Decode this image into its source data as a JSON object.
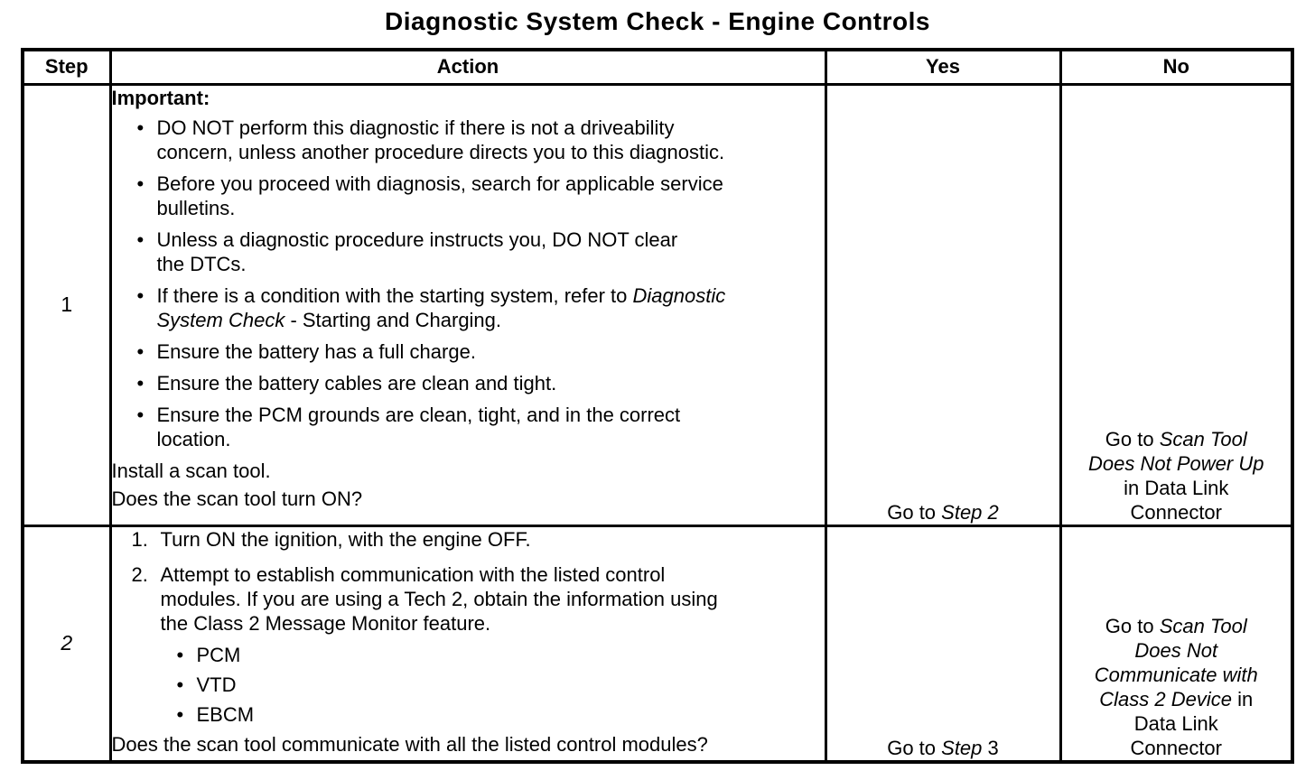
{
  "title": "Diagnostic System Check - Engine Controls",
  "glyphs": {
    "bullet": "•"
  },
  "table": {
    "headers": [
      "Step",
      "Action",
      "Yes",
      "No"
    ],
    "rows": [
      {
        "step": "1",
        "step_style": "normal",
        "action": {
          "heading": "Important:",
          "bullets": [
            [
              {
                "t": "DO NOT perform this diagnostic if there is not a driveability"
              },
              {
                "br": true
              },
              {
                "t": "concern, unless another procedure directs you to this diagnostic."
              }
            ],
            [
              {
                "t": "Before you proceed with diagnosis, search for applicable service"
              },
              {
                "br": true
              },
              {
                "t": "bulletins."
              }
            ],
            [
              {
                "t": "Unless a diagnostic procedure instructs you, DO NOT clear"
              },
              {
                "br": true
              },
              {
                "t": "the DTCs."
              }
            ],
            [
              {
                "t": "If there is a condition with the starting system, refer to "
              },
              {
                "t": "Diagnostic",
                "i": true
              },
              {
                "br": true
              },
              {
                "t": "System Check",
                "i": true
              },
              {
                "t": " - Starting and Charging."
              }
            ],
            [
              {
                "t": "Ensure the battery has a full charge."
              }
            ],
            [
              {
                "t": "Ensure the battery cables are clean and tight."
              }
            ],
            [
              {
                "t": "Ensure the PCM grounds are clean, tight, and in the correct"
              },
              {
                "br": true
              },
              {
                "t": "location."
              }
            ]
          ],
          "lines": [
            "Install a scan tool.",
            "Does the scan tool turn ON?"
          ]
        },
        "yes": [
          {
            "t": "Go to "
          },
          {
            "t": "Step 2",
            "i": true
          }
        ],
        "no": [
          {
            "t": "Go to "
          },
          {
            "t": "Scan Tool",
            "i": true
          },
          {
            "br": true
          },
          {
            "t": "Does Not Power Up",
            "i": true
          },
          {
            "br": true
          },
          {
            "t": "in Data Link"
          },
          {
            "br": true
          },
          {
            "t": "Connector"
          }
        ]
      },
      {
        "step": "2",
        "step_style": "italic",
        "action": {
          "items": [
            {
              "n": "1.",
              "segments": [
                {
                  "t": "Turn ON the ignition, with the engine OFF."
                }
              ]
            },
            {
              "n": "2.",
              "segments": [
                {
                  "t": "Attempt to establish communication with the listed control"
                },
                {
                  "br": true
                },
                {
                  "t": "modules. If you are using a Tech 2, obtain the information using"
                },
                {
                  "br": true
                },
                {
                  "t": "the Class 2 Message Monitor feature."
                }
              ]
            }
          ],
          "modules": [
            "PCM",
            "VTD",
            "EBCM"
          ],
          "question": "Does the scan tool communicate with all the listed control modules?"
        },
        "yes": [
          {
            "t": "Go to "
          },
          {
            "t": "Step",
            "i": true
          },
          {
            "t": " 3"
          }
        ],
        "no": [
          {
            "t": "Go to "
          },
          {
            "t": "Scan Tool",
            "i": true
          },
          {
            "br": true
          },
          {
            "t": "Does Not",
            "i": true
          },
          {
            "br": true
          },
          {
            "t": "Communicate with",
            "i": true
          },
          {
            "br": true
          },
          {
            "t": "Class 2 Device",
            "i": true
          },
          {
            "t": " in"
          },
          {
            "br": true
          },
          {
            "t": "Data Link"
          },
          {
            "br": true
          },
          {
            "t": "Connector"
          }
        ]
      }
    ]
  }
}
